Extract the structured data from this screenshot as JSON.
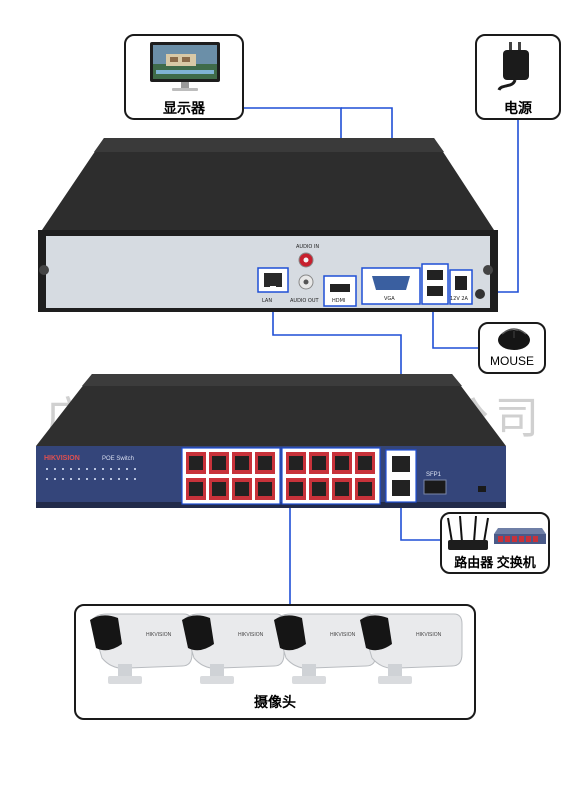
{
  "nodes": {
    "monitor": "显示器",
    "power": "电源",
    "mouse": "MOUSE",
    "router_switch": "路由器 交换机",
    "cameras": "摄像头"
  },
  "nvr_ports": {
    "audio_in": "AUDIO IN",
    "audio_out": "AUDIO OUT",
    "lan": "LAN",
    "hdmi": "HDMI",
    "vga": "VGA",
    "power_in": "12V 2A"
  },
  "switch": {
    "brand": "HIKVISION",
    "model": "POE Switch",
    "sfp": "SFP1"
  },
  "camera_brand": "HIKVISION",
  "watermark": "广州亚久电子有限公司",
  "colors": {
    "wire": "#1f4fd6",
    "switch_body": "#34457a",
    "nvr_dark": "#2a2a2a",
    "nvr_panel": "#d9dde2"
  }
}
